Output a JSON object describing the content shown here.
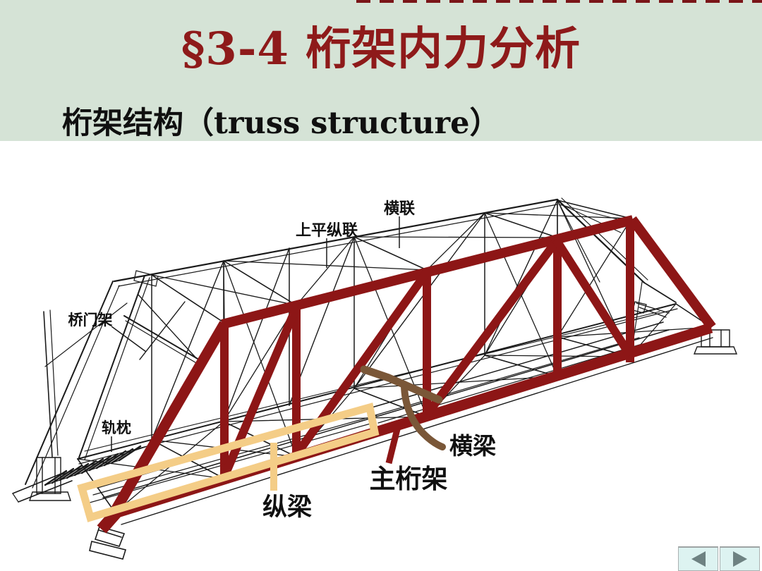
{
  "slide": {
    "title": "§3-4 桁架内力分析",
    "subtitle": "桁架结构（truss structure）",
    "labels": {
      "sway_bracing": "横联",
      "top_lateral_bracing": "上平纵联",
      "portal_frame": "桥门架",
      "sleepers": "轨枕",
      "stringer": "纵梁",
      "main_truss": "主桁架",
      "cross_beam": "横梁"
    },
    "colors": {
      "background": "#D5E3D6",
      "canvas": "#FFFFFF",
      "title_red": "#8E1A1A",
      "truss_red": "#8D1616",
      "stringer_yellow": "#F4CD87",
      "cross_beam_brown": "#7A5738",
      "line_black": "#1B1B1B",
      "nav_button_bg": "#DDF3F1",
      "nav_arrow": "#6E8282"
    },
    "nav": {
      "prev_icon": "left-triangle",
      "next_icon": "right-triangle"
    }
  }
}
